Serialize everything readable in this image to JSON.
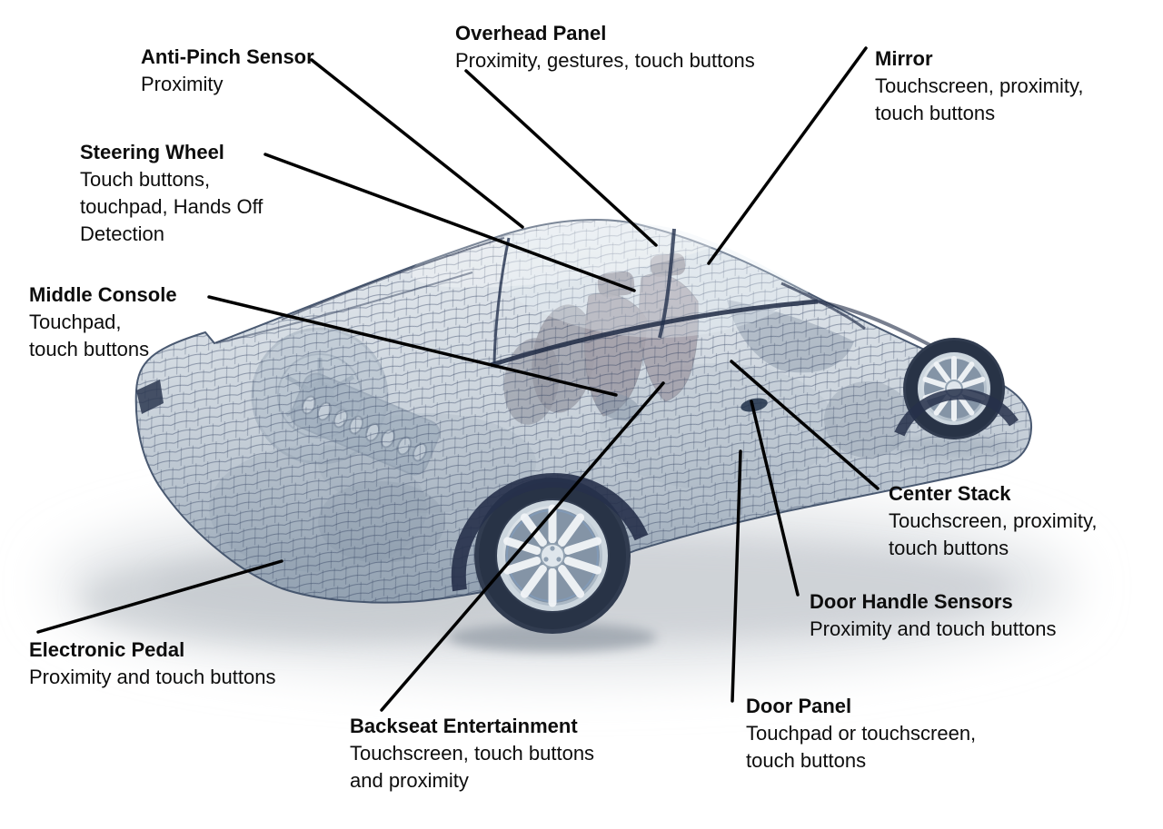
{
  "labels": [
    {
      "id": "anti-pinch-sensor",
      "title": "Anti-Pinch Sensor",
      "desc": "Proximity"
    },
    {
      "id": "overhead-panel",
      "title": "Overhead Panel",
      "desc": "Proximity, gestures, touch buttons"
    },
    {
      "id": "mirror",
      "title": "Mirror",
      "desc": "Touchscreen, proximity,\ntouch buttons"
    },
    {
      "id": "steering-wheel",
      "title": "Steering Wheel",
      "desc": "Touch buttons,\ntouchpad, Hands Off\nDetection"
    },
    {
      "id": "middle-console",
      "title": "Middle Console",
      "desc": "Touchpad,\ntouch buttons"
    },
    {
      "id": "electronic-pedal",
      "title": "Electronic Pedal",
      "desc": "Proximity and touch buttons"
    },
    {
      "id": "backseat-entertainment",
      "title": "Backseat Entertainment",
      "desc": "Touchscreen, touch buttons\nand proximity"
    },
    {
      "id": "center-stack",
      "title": "Center Stack",
      "desc": "Touchscreen, proximity,\ntouch buttons"
    },
    {
      "id": "door-handle-sensors",
      "title": "Door Handle Sensors",
      "desc": "Proximity and touch buttons"
    },
    {
      "id": "door-panel",
      "title": "Door Panel",
      "desc": "Touchpad or touchscreen,\ntouch buttons"
    }
  ],
  "colors": {
    "background": "#ffffff",
    "text": "#0d0d0d",
    "leader_line": "#000000",
    "body_fill": "#b7c3ce",
    "mesh_line": "#2e3d5c",
    "glass": "#e4edf4",
    "seat": "#6f5158",
    "tire": "#313c50",
    "rim": "#e9eef3",
    "shadow": "#d7dbdf"
  }
}
